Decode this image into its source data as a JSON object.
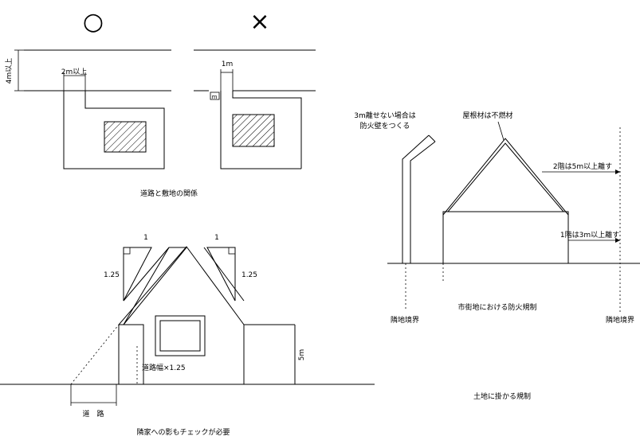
{
  "symbols": {
    "ok": "○",
    "ng": "×"
  },
  "road_site": {
    "frontage_ok": "2m以上",
    "frontage_ng": "1m",
    "road_width": "4m以上",
    "small_mark": "m",
    "caption": "道路と敷地の関係"
  },
  "fire": {
    "wall_note_line1": "3m離せない場合は",
    "wall_note_line2": "防火壁をつくる",
    "roof_note": "屋根材は不燃材",
    "floor2_note": "2階は5m以上離す",
    "floor1_note": "1階は3m以上離す",
    "boundary_left": "隣地境界",
    "boundary_right": "隣地境界",
    "caption": "市街地における防火規制"
  },
  "shadow": {
    "slope_run_left": "1",
    "slope_run_right": "1",
    "slope_rise_left": "1.25",
    "slope_rise_right": "1.25",
    "height_limit": "5m",
    "road_ratio": "道路幅×1.25",
    "road_label": "道　路",
    "caption": "隣家への影もチェックが必要"
  },
  "land_caption": "土地に掛かる規制"
}
